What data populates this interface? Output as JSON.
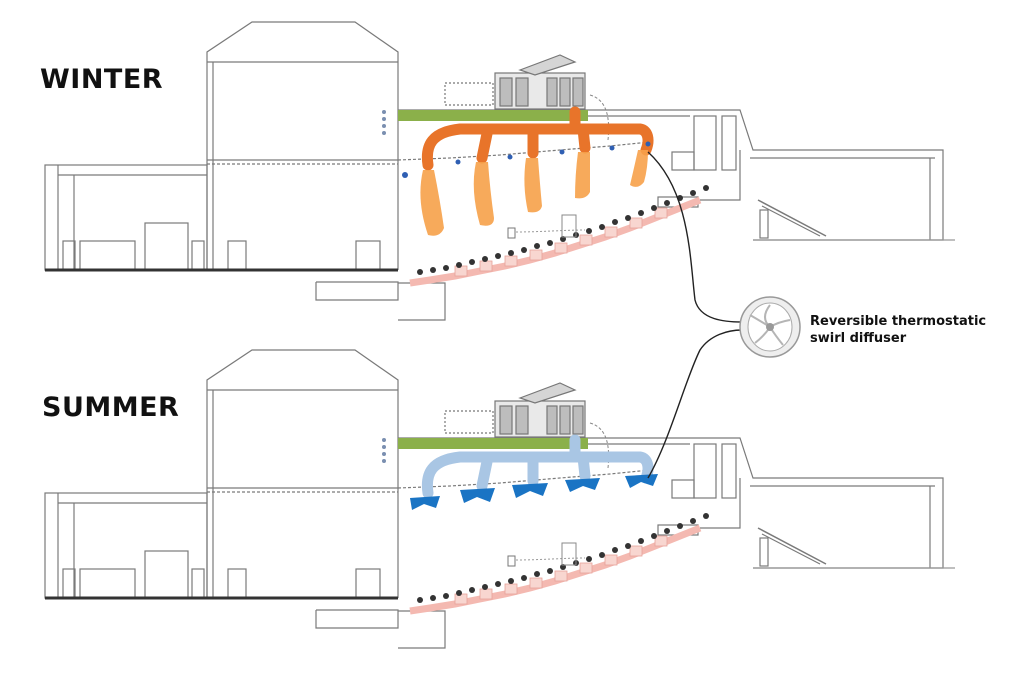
{
  "labels": {
    "winter": "WINTER",
    "summer": "SUMMER"
  },
  "callout": {
    "line1": "Reversible thermostatic",
    "line2": "swirl diffuser"
  },
  "colors": {
    "winter_duct": "#e8742a",
    "winter_jet": "#f7a14a",
    "summer_duct": "#a9c6e4",
    "summer_diffuser": "#1a74c4",
    "plenum_green": "#8bb04a",
    "seat_pink": "#f4b9b1",
    "structure_line": "#7a7a7a"
  },
  "icons": {
    "diffuser": "swirl-diffuser-icon",
    "hvac_unit": "rooftop-air-handling-unit-icon",
    "seat": "auditorium-seat-icon"
  }
}
